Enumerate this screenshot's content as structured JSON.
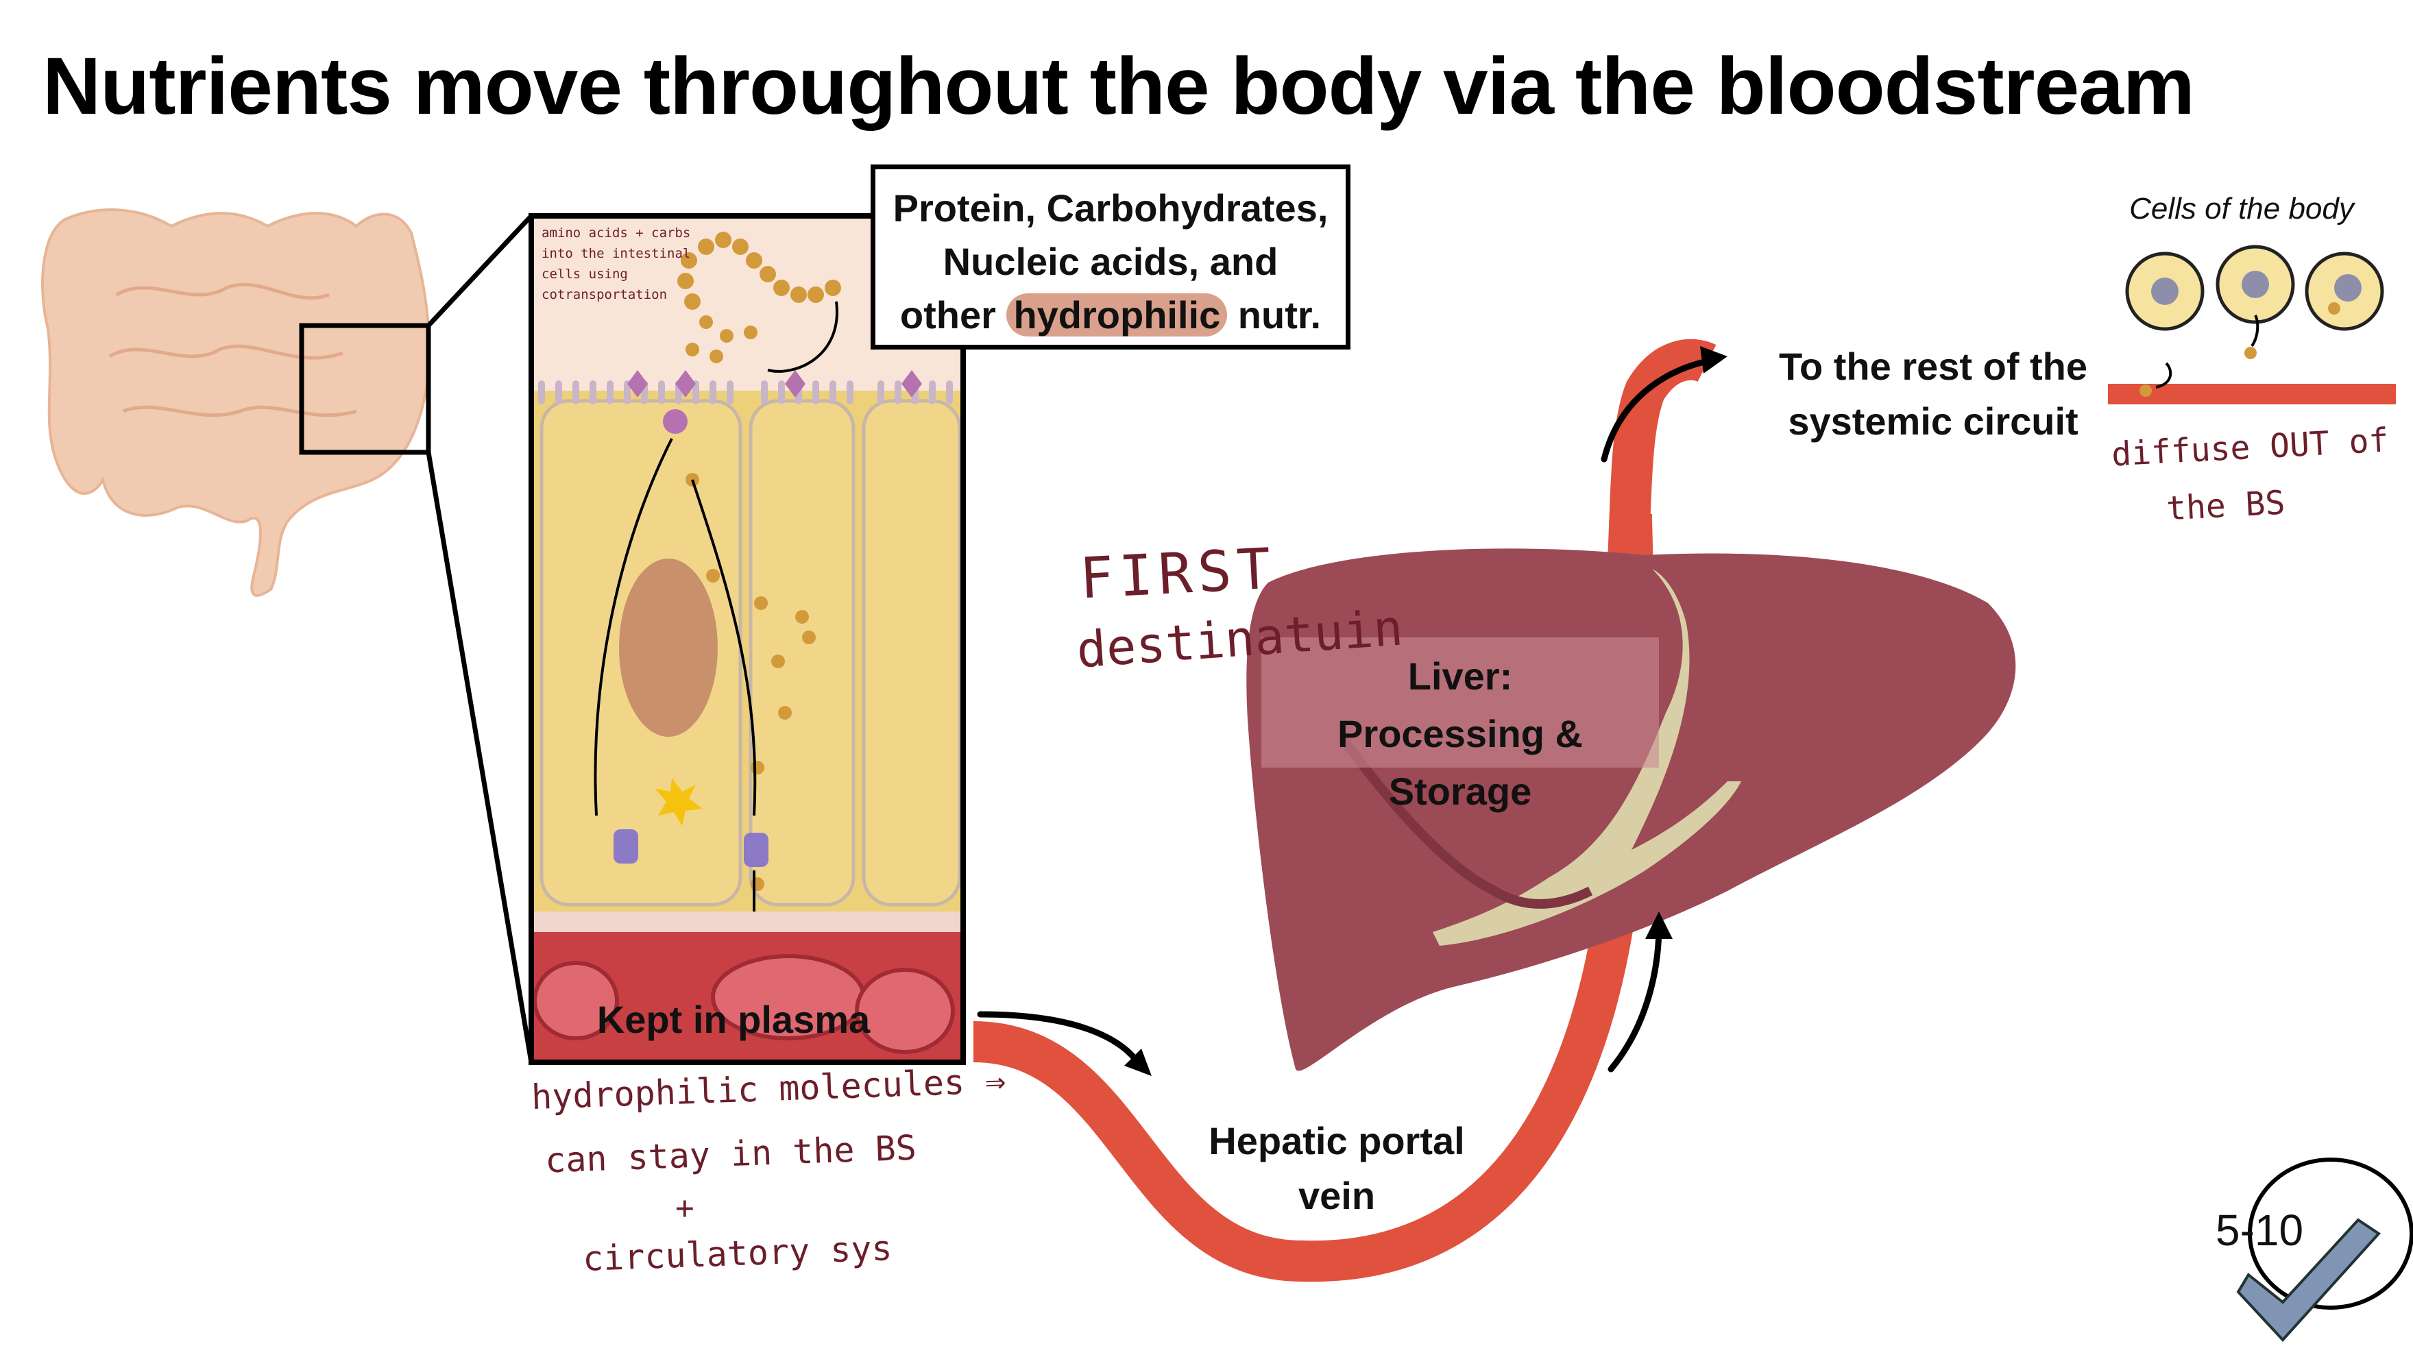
{
  "title": "Nutrients move throughout the body via the bloodstream",
  "nutrient_box": {
    "line1": "Protein, Carbohydrates,",
    "line2": "Nucleic acids, and",
    "line3_prefix": "other ",
    "line3_highlight": "hydrophilic",
    "line3_suffix": " nutr."
  },
  "labels": {
    "plasma": "Kept in plasma",
    "liver_line1": "Liver:",
    "liver_line2": "Processing & Storage",
    "portal_line1": "Hepatic portal",
    "portal_line2": "vein",
    "rest_line1": "To the rest of the",
    "rest_line2": "systemic circuit",
    "cells": "Cells of the body"
  },
  "handwritten": {
    "first": "FIRST",
    "destination": "destinatuin",
    "diffuse1": "diffuse OUT of",
    "diffuse2": "the BS",
    "hydro1": "hydrophilic molecules ⇒",
    "hydro2": "can stay in the BS",
    "hydro3": "+",
    "hydro4": "circulatory sys",
    "tiny": "amino acids + carbs\ninto the intestinal\ncells using\ncotransportation"
  },
  "badge": {
    "text": "5-10"
  },
  "colors": {
    "vessel": "#e0513e",
    "liver": "#9c4a55",
    "liver_dark": "#7f3442",
    "intestine": "#f1cbb1",
    "cell_fill": "#f7e3a0",
    "handwriting": "#6b1f2a",
    "badge_check": "#7f95b3",
    "highlight": "#d9a08c"
  }
}
